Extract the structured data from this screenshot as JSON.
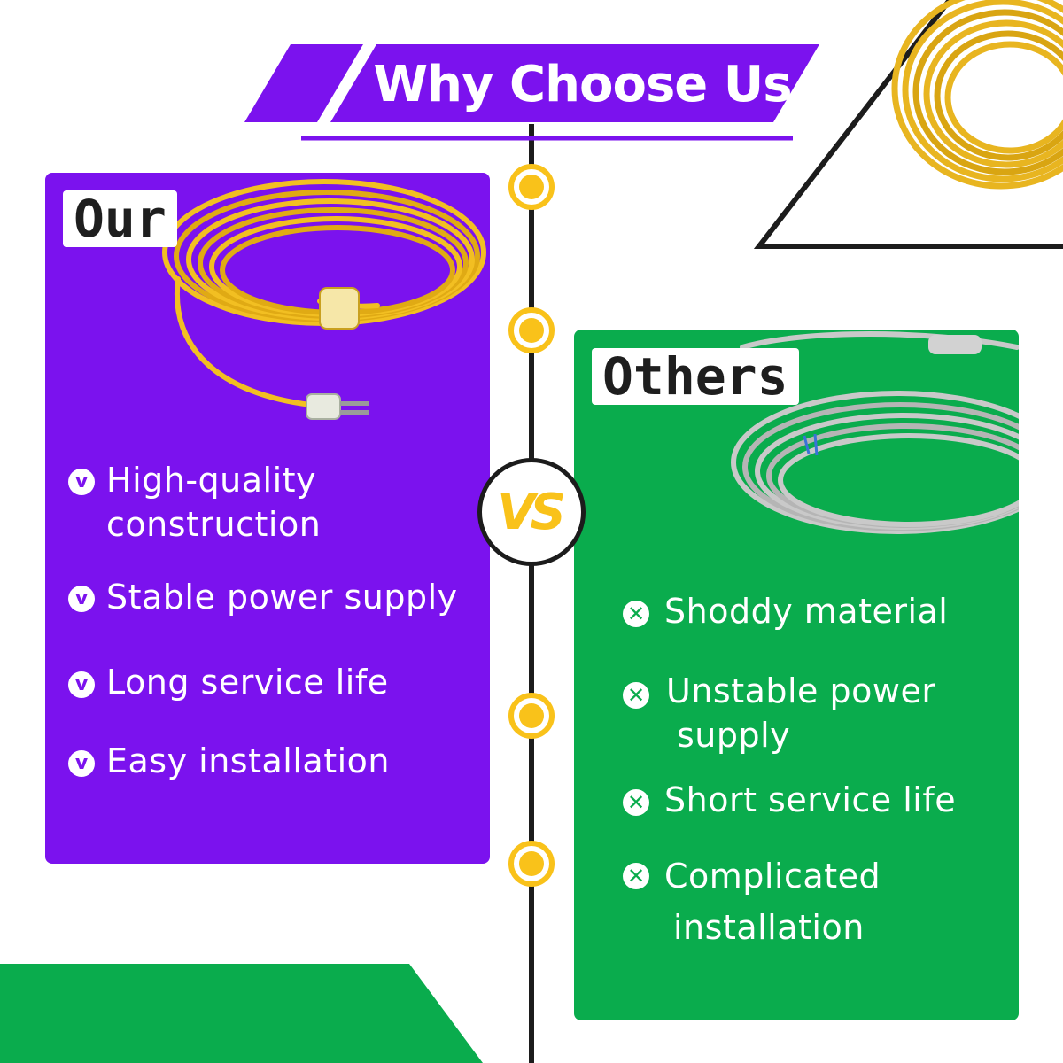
{
  "header": {
    "title": "Why Choose Us"
  },
  "ours": {
    "tag": "Our",
    "features": [
      {
        "lines": [
          "High-quality",
          "construction"
        ]
      },
      {
        "lines": [
          "Stable power supply"
        ]
      },
      {
        "lines": [
          "Long service life"
        ]
      },
      {
        "lines": [
          "Easy installation"
        ]
      }
    ],
    "mark_glyph": "v"
  },
  "others": {
    "tag": "Others",
    "features": [
      {
        "lines": [
          "Shoddy material"
        ]
      },
      {
        "lines": [
          "Unstable power",
          "supply"
        ]
      },
      {
        "lines": [
          "Short service life"
        ]
      },
      {
        "lines": [
          "Complicated",
          "installation"
        ]
      }
    ],
    "mark_glyph": "✕"
  },
  "vs_label": "VS",
  "colors": {
    "purple": "#7b12ee",
    "green": "#0aac4d",
    "yellow": "#f9c21a",
    "dark": "#1c1c1c"
  },
  "icons": {
    "our_product": "yellow-extension-cord-icon",
    "other_product": "gray-cable-icon",
    "corner_product": "yellow-cord-coil-icon",
    "check": "check-circle-icon",
    "cross": "cross-circle-icon"
  }
}
